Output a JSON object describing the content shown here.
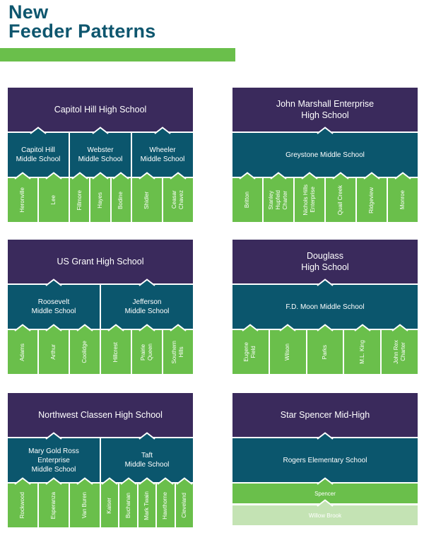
{
  "header": {
    "title": "New\nFeeder Patterns"
  },
  "colors": {
    "title": "#0e566e",
    "high_school": "#3a2a5c",
    "middle_school": "#0b566d",
    "elementary": "#6abf4b",
    "elementary_light": "#c4e3b4",
    "accent_bar": "#6abf4b"
  },
  "panels": [
    {
      "title": "Capitol Hill High School",
      "middles": [
        {
          "name": "Capitol Hill\nMiddle School",
          "elementaries": [
            "Heronville",
            "Lee"
          ]
        },
        {
          "name": "Webster\nMiddle School",
          "elementaries": [
            "Fillmore",
            "Hayes",
            "Bodine"
          ]
        },
        {
          "name": "Wheeler\nMiddle School",
          "elementaries": [
            "Shidler",
            "Ceasar\nChavez"
          ]
        }
      ]
    },
    {
      "title": "John Marshall Enterprise\nHigh School",
      "middles": [
        {
          "name": "Greystone Middle School",
          "elementaries": [
            "Britton",
            "Stanley\nHupfeld\nCharter",
            "Nichols Hills\nEnterprise",
            "Quail Creek",
            "Ridgeview",
            "Monroe"
          ]
        }
      ]
    },
    {
      "title": "US Grant High School",
      "middles": [
        {
          "name": "Roosevelt\nMiddle School",
          "elementaries": [
            "Adams",
            "Arthur",
            "Coolidge"
          ]
        },
        {
          "name": "Jefferson\nMiddle School",
          "elementaries": [
            "Hillcrest",
            "Prairie\nQueen",
            "Southern\nHills"
          ]
        }
      ]
    },
    {
      "title": "Douglass\nHigh School",
      "middles": [
        {
          "name": "F.D. Moon Middle School",
          "elementaries": [
            "Eugene\nField",
            "Wilson",
            "Parks",
            "M.L. King",
            "John Rex\nCharter"
          ]
        }
      ]
    },
    {
      "title": "Northwest Classen High School",
      "middles": [
        {
          "name": "Mary Gold Ross\nEnterprise\nMiddle School",
          "elementaries": [
            "Rockwood",
            "Esperanza",
            "Van Buren"
          ]
        },
        {
          "name": "Taft\nMiddle School",
          "elementaries": [
            "Kaiser",
            "Buchanan",
            "Mark Twain",
            "Hawthorne",
            "Cleveland"
          ]
        }
      ]
    },
    {
      "title": "Star Spencer Mid-High",
      "middles": [
        {
          "name": "Rogers Elementary School",
          "elementaries": []
        }
      ],
      "tiers": [
        "Spencer",
        "Willow Brook"
      ]
    }
  ]
}
